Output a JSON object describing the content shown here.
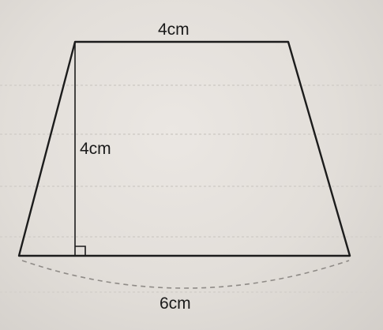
{
  "labels": {
    "top": "4cm",
    "height": "4cm",
    "bottom": "6cm"
  },
  "colors": {
    "paper": "#e4e0dc",
    "ink": "#1c1c1c"
  }
}
